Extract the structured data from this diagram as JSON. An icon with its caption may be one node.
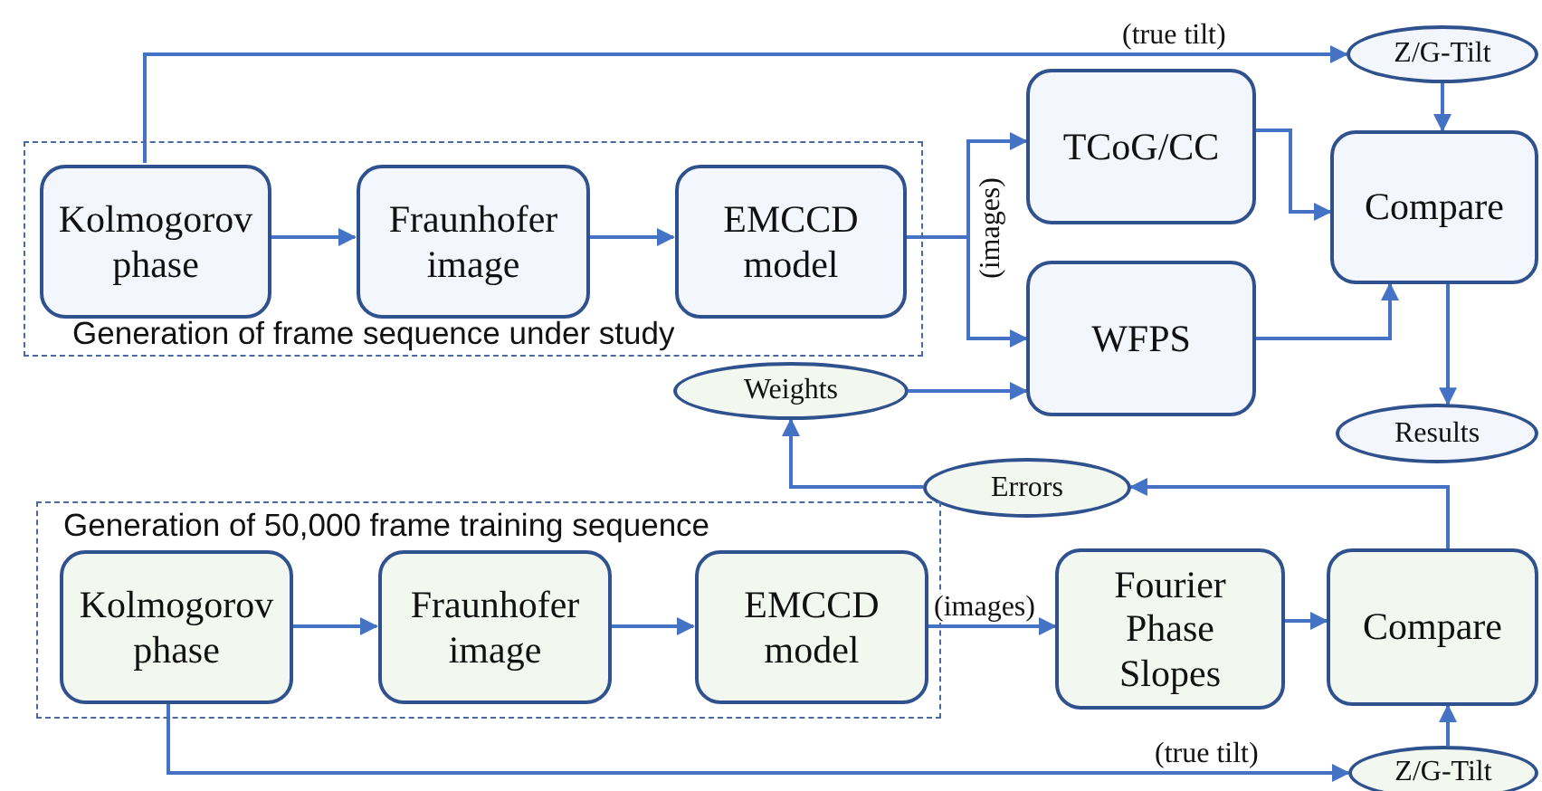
{
  "diagram": {
    "nodes": [
      {
        "text": [
          "Generation of frame sequence under study"
        ]
      },
      {
        "text": [
          "Kolmogorov phase"
        ],
        "in": 0
      },
      {
        "text": [
          "Fraunhofer image"
        ],
        "in": 0
      },
      {
        "text": [
          "EMCCD model"
        ],
        "in": 0
      },
      {
        "text": [
          "Z/G-Tilt"
        ]
      },
      {
        "text": [
          "TCoG/CC"
        ]
      },
      {
        "text": [
          "Compare"
        ]
      },
      {
        "text": [
          "WFPS"
        ]
      },
      {
        "text": [
          "Weights"
        ]
      },
      {
        "text": [
          "Results"
        ]
      },
      {
        "text": [
          "Errors"
        ]
      },
      {
        "text": [
          "Generation of 50,000 frame training sequence"
        ]
      },
      {
        "text": [
          "Kolmogorov phase"
        ],
        "in": 11
      },
      {
        "text": [
          "Fraunhofer image"
        ],
        "in": 11
      },
      {
        "text": [
          "EMCCD model"
        ],
        "in": 11
      },
      {
        "text": [
          "Fourier Phase Slopes"
        ]
      },
      {
        "text": [
          "Compare"
        ]
      },
      {
        "text": [
          "Z/G-Tilt"
        ]
      }
    ],
    "edges": [
      {
        "from": 1,
        "to": 2,
        "arrow": "to"
      },
      {
        "from": 2,
        "to": 3,
        "arrow": "to"
      },
      {
        "from": 1,
        "to": 4,
        "arrow": "to",
        "label": "(true tilt)"
      },
      {
        "from": 3,
        "to": 5,
        "arrow": "to",
        "label": "(images)"
      },
      {
        "from": 3,
        "to": 7,
        "arrow": "to"
      },
      {
        "from": 4,
        "to": 6,
        "arrow": "to"
      },
      {
        "from": 5,
        "to": 6,
        "arrow": "to"
      },
      {
        "from": 7,
        "to": 6,
        "arrow": "to"
      },
      {
        "from": 8,
        "to": 7,
        "arrow": "to"
      },
      {
        "from": 6,
        "to": 9,
        "arrow": "to"
      },
      {
        "from": 16,
        "to": 10,
        "arrow": "to"
      },
      {
        "from": 10,
        "to": 8,
        "arrow": "to"
      },
      {
        "from": 12,
        "to": 13,
        "arrow": "to"
      },
      {
        "from": 13,
        "to": 14,
        "arrow": "to"
      },
      {
        "from": 14,
        "to": 15,
        "arrow": "to",
        "label": "(images)"
      },
      {
        "from": 15,
        "to": 16,
        "arrow": "to"
      },
      {
        "from": 12,
        "to": 17,
        "arrow": "to",
        "label": "(true tilt)"
      },
      {
        "from": 17,
        "to": 16,
        "arrow": "to"
      }
    ]
  }
}
